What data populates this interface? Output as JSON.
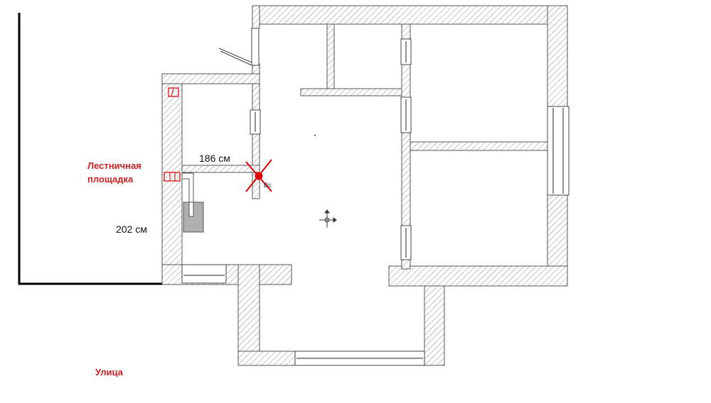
{
  "labels": {
    "stair_landing_line1": "Лестничная",
    "stair_landing_line2": "площадка",
    "street": "Улица",
    "dim_horizontal": "186 см",
    "dim_vertical": "202 см",
    "small_mark": "Вс"
  },
  "colors": {
    "wall_outline": "#555555",
    "wall_hatch": "#8a8a8a",
    "marker_red": "#e00000",
    "label_red": "#cc1f1f",
    "shaft_fill": "#b0b0b0"
  },
  "icons": {
    "center_marker": "move-crosshair-icon",
    "cross_marker": "x-mark-icon"
  }
}
